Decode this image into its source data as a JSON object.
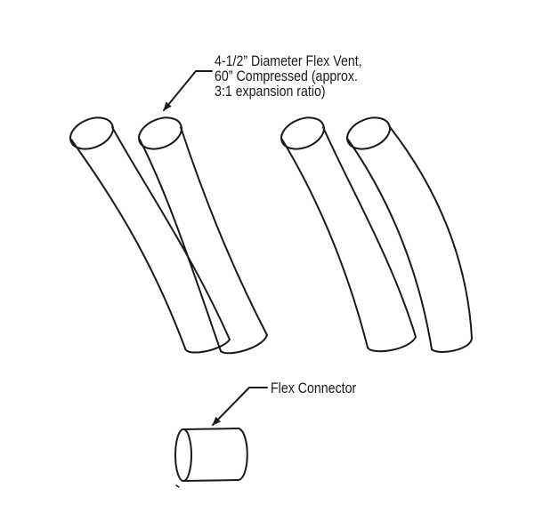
{
  "vent": {
    "label_lines": [
      "4-1/2” Diameter Flex Vent,",
      "60” Compressed  (approx.",
      "3:1 expansion ratio)"
    ],
    "count": 4
  },
  "connector": {
    "label": "Flex Connector"
  },
  "colors": {
    "background": "#ffffff",
    "stroke": "#1a1a1a"
  }
}
